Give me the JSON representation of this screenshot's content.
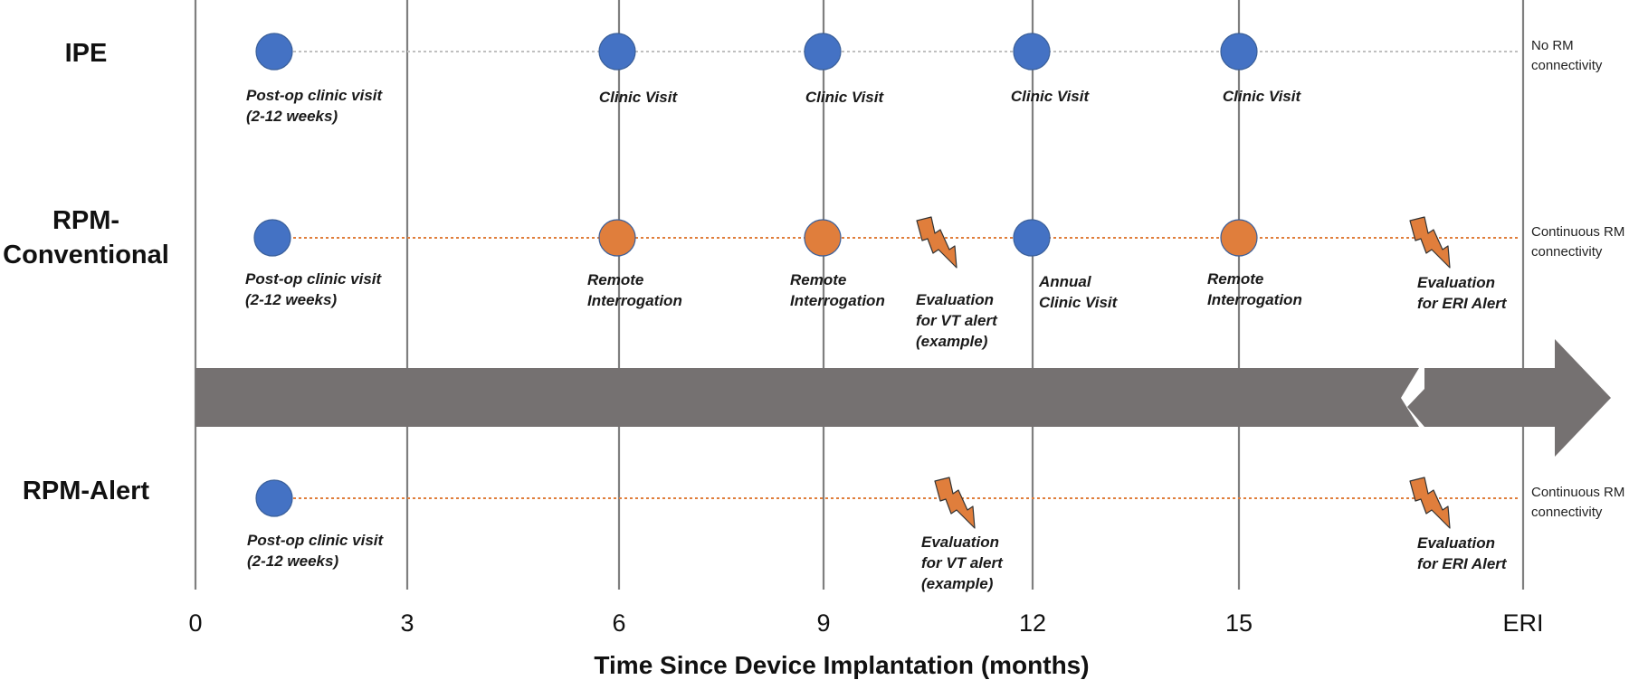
{
  "colors": {
    "clinic_dot": "#4472C4",
    "remote_dot": "#E07E3C",
    "bolt": "#E07E3C",
    "arrow": "#757171",
    "grid": "#7F7F7F"
  },
  "axis": {
    "title": "Time Since Device Implantation (months)",
    "ticks": [
      "0",
      "3",
      "6",
      "9",
      "12",
      "15",
      "ERI"
    ]
  },
  "rows": [
    {
      "label": [
        "IPE"
      ],
      "line_style": "gray-dotted",
      "rm_status": [
        "No RM",
        "connectivity"
      ],
      "events": [
        {
          "kind": "clinic-dot",
          "label": [
            "Post-op clinic visit",
            "(2-12 weeks)"
          ]
        },
        {
          "kind": "clinic-dot",
          "label": [
            "Clinic Visit"
          ]
        },
        {
          "kind": "clinic-dot",
          "label": [
            "Clinic Visit"
          ]
        },
        {
          "kind": "clinic-dot",
          "label": [
            "Clinic Visit"
          ]
        },
        {
          "kind": "clinic-dot",
          "label": [
            "Clinic Visit"
          ]
        }
      ]
    },
    {
      "label": [
        "RPM-",
        "Conventional"
      ],
      "line_style": "orange-dotted",
      "rm_status": [
        "Continuous RM",
        "connectivity"
      ],
      "events": [
        {
          "kind": "clinic-dot",
          "label": [
            "Post-op clinic visit",
            "(2-12 weeks)"
          ]
        },
        {
          "kind": "remote-dot",
          "label": [
            "Remote",
            "Interrogation"
          ]
        },
        {
          "kind": "remote-dot",
          "label": [
            "Remote",
            "Interrogation"
          ]
        },
        {
          "kind": "alert-bolt",
          "label": [
            "Evaluation",
            "for VT alert",
            "(example)"
          ]
        },
        {
          "kind": "clinic-dot",
          "label": [
            "Annual",
            "Clinic Visit"
          ]
        },
        {
          "kind": "remote-dot",
          "label": [
            "Remote",
            "Interrogation"
          ]
        },
        {
          "kind": "alert-bolt",
          "label": [
            "Evaluation",
            "for ERI Alert"
          ]
        }
      ]
    },
    {
      "label": [
        "RPM-Alert"
      ],
      "line_style": "orange-dotted",
      "rm_status": [
        "Continuous RM",
        "connectivity"
      ],
      "events": [
        {
          "kind": "clinic-dot",
          "label": [
            "Post-op clinic visit",
            "(2-12 weeks)"
          ]
        },
        {
          "kind": "alert-bolt",
          "label": [
            "Evaluation",
            "for VT alert",
            "(example)"
          ]
        },
        {
          "kind": "alert-bolt",
          "label": [
            "Evaluation",
            "for ERI Alert"
          ]
        }
      ]
    }
  ]
}
